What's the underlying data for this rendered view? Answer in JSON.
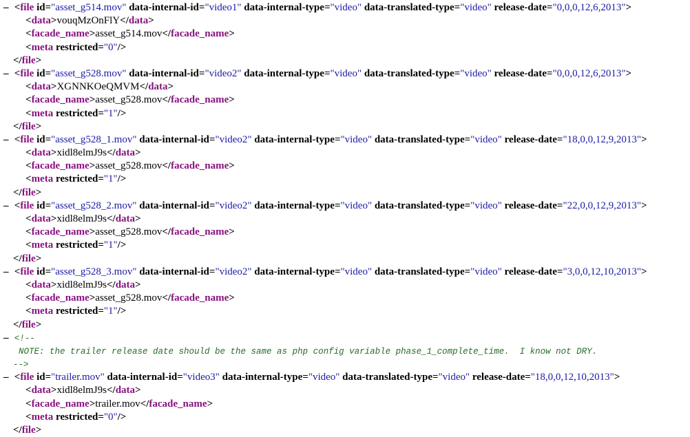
{
  "files": [
    {
      "id": "asset_g514.mov",
      "internal_id": "video1",
      "internal_type": "video",
      "translated_type": "video",
      "release_date": "0,0,0,12,6,2013",
      "data": "vouqMzOnFlY",
      "facade_name": "asset_g514.mov",
      "restricted": "0"
    },
    {
      "id": "asset_g528.mov",
      "internal_id": "video2",
      "internal_type": "video",
      "translated_type": "video",
      "release_date": "0,0,0,12,6,2013",
      "data": "XGNNKOeQMVM",
      "facade_name": "asset_g528.mov",
      "restricted": "1"
    },
    {
      "id": "asset_g528_1.mov",
      "internal_id": "video2",
      "internal_type": "video",
      "translated_type": "video",
      "release_date": "18,0,0,12,9,2013",
      "data": "xidl8elmJ9s",
      "facade_name": "asset_g528.mov",
      "restricted": "1"
    },
    {
      "id": "asset_g528_2.mov",
      "internal_id": "video2",
      "internal_type": "video",
      "translated_type": "video",
      "release_date": "22,0,0,12,9,2013",
      "data": "xidl8elmJ9s",
      "facade_name": "asset_g528.mov",
      "restricted": "1"
    },
    {
      "id": "asset_g528_3.mov",
      "internal_id": "video2",
      "internal_type": "video",
      "translated_type": "video",
      "release_date": "3,0,0,12,10,2013",
      "data": "xidl8elmJ9s",
      "facade_name": "asset_g528.mov",
      "restricted": "1"
    }
  ],
  "comment": {
    "open": "<!--",
    "text": "NOTE: the trailer release date should be the same as php config variable phase_1_complete_time.  I know not DRY.",
    "close": "-->"
  },
  "trailer": {
    "id": "trailer.mov",
    "internal_id": "video3",
    "internal_type": "video",
    "translated_type": "video",
    "release_date": "18,0,0,12,10,2013",
    "data": "xidl8elmJ9s",
    "facade_name": "trailer.mov",
    "restricted": "0"
  },
  "syntax": {
    "collapse": "–",
    "tag_file": "file",
    "tag_data": "data",
    "tag_facade": "facade_name",
    "tag_meta": "meta",
    "attr_id": "id",
    "attr_internal_id": "data-internal-id",
    "attr_internal_type": "data-internal-type",
    "attr_translated_type": "data-translated-type",
    "attr_release_date": "release-date",
    "attr_restricted": "restricted"
  },
  "colors": {
    "tag": "#881280",
    "value": "#1a1aa6",
    "comment": "#236e25"
  }
}
